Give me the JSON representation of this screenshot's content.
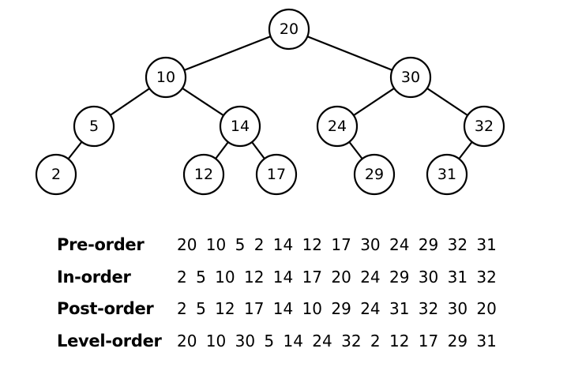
{
  "tree": {
    "root": "20",
    "nodes": [
      {
        "id": "n20",
        "label": "20"
      },
      {
        "id": "n10",
        "label": "10"
      },
      {
        "id": "n30",
        "label": "30"
      },
      {
        "id": "n5",
        "label": "5"
      },
      {
        "id": "n14",
        "label": "14"
      },
      {
        "id": "n24",
        "label": "24"
      },
      {
        "id": "n32",
        "label": "32"
      },
      {
        "id": "n2",
        "label": "2"
      },
      {
        "id": "n12",
        "label": "12"
      },
      {
        "id": "n17",
        "label": "17"
      },
      {
        "id": "n29",
        "label": "29"
      },
      {
        "id": "n31",
        "label": "31"
      }
    ],
    "edges": [
      [
        "n20",
        "n10"
      ],
      [
        "n20",
        "n30"
      ],
      [
        "n10",
        "n5"
      ],
      [
        "n10",
        "n14"
      ],
      [
        "n30",
        "n24"
      ],
      [
        "n30",
        "n32"
      ],
      [
        "n5",
        "n2"
      ],
      [
        "n14",
        "n12"
      ],
      [
        "n14",
        "n17"
      ],
      [
        "n24",
        "n29"
      ],
      [
        "n32",
        "n31"
      ]
    ]
  },
  "traversals": [
    {
      "label": "Pre-order",
      "sequence": "20 10 5 2 14 12 17 30 24 29 32 31"
    },
    {
      "label": "In-order",
      "sequence": "2 5 10 12 14 17 20 24 29 30 31 32"
    },
    {
      "label": "Post-order",
      "sequence": "2 5 12 17 14 10 29 24 31 32 30 20"
    },
    {
      "label": "Level-order",
      "sequence": "20 10 30 5 14 24 32 2 12 17 29 31"
    }
  ]
}
